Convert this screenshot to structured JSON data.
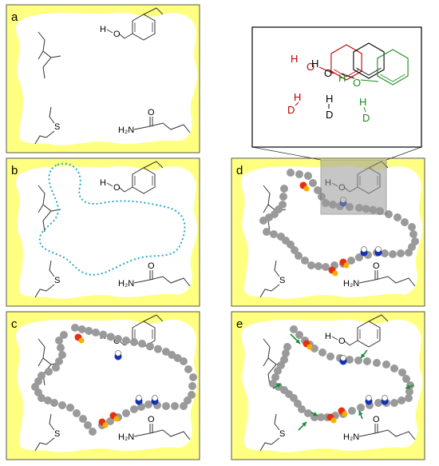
{
  "panels": [
    {
      "id": "a",
      "label": "a"
    },
    {
      "id": "b",
      "label": "b"
    },
    {
      "id": "c",
      "label": "c"
    },
    {
      "id": "d",
      "label": "d"
    },
    {
      "id": "e",
      "label": "e"
    }
  ],
  "atoms": {
    "hydroxyl_h": "H",
    "hydroxyl_o": "O",
    "thioether_s": "S",
    "amide_nh2": "H₂N",
    "amide_o": "O"
  },
  "inset": {
    "labels_top": [
      {
        "text": "H",
        "color": "#c00000"
      },
      {
        "text": "O",
        "color": "#c00000"
      },
      {
        "text": "H",
        "color": "#000000"
      },
      {
        "text": "O",
        "color": "#000000"
      },
      {
        "text": "H",
        "color": "#1a8a1a"
      },
      {
        "text": "O",
        "color": "#1a8a1a"
      }
    ],
    "labels_bottom": [
      {
        "text": "H",
        "color": "#c00000"
      },
      {
        "text": "D",
        "color": "#c00000"
      },
      {
        "text": "H",
        "color": "#000000"
      },
      {
        "text": "D",
        "color": "#000000"
      },
      {
        "text": "H",
        "color": "#1a8a1a"
      },
      {
        "text": "D",
        "color": "#1a8a1a"
      }
    ]
  },
  "colors": {
    "background_yellow": "#ffff80",
    "cavity": "#ffffff",
    "chain_bead": "#9a9a9a",
    "red_bead": "#e53010",
    "orange_bead": "#f5b000",
    "blue_bead": "#1030c0",
    "cavity_outline": "#22a8cc",
    "arrow": "#1a8a3a",
    "inset_red": "#c00000",
    "inset_black": "#000000",
    "inset_green": "#1a8a1a"
  }
}
